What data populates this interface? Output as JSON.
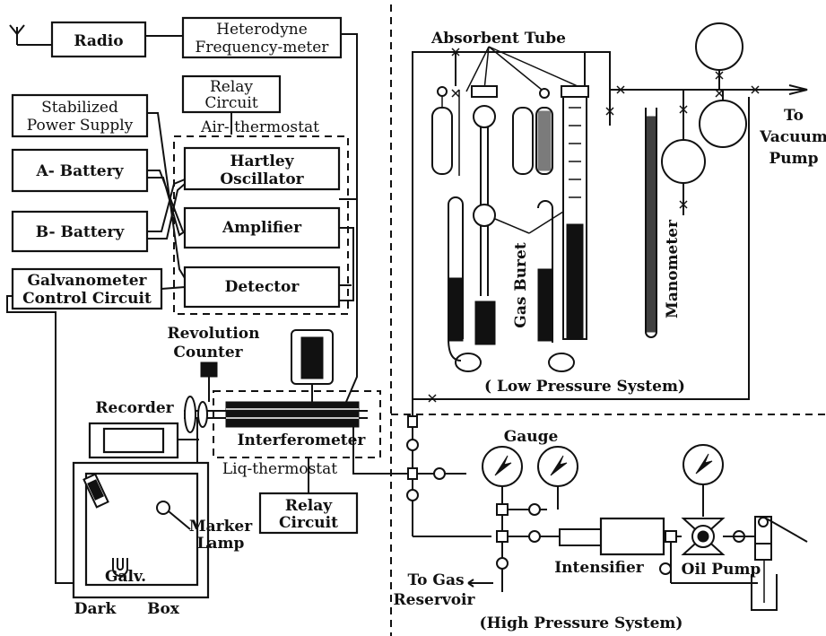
{
  "labels": {
    "radio": "Radio",
    "heterodyne_1": "Heterodyne",
    "heterodyne_2": "Frequency-meter",
    "relay_top_1": "Relay",
    "relay_top_2": "Circuit",
    "stabilized_1": "Stabilized",
    "stabilized_2": "Power Supply",
    "air_thermostat": "Air- thermostat",
    "a_battery": "A- Battery",
    "b_battery": "B- Battery",
    "hartley_1": "Hartley",
    "hartley_2": "Oscillator",
    "amplifier": "Amplifier",
    "galvanometer_1": "Galvanometer",
    "galvanometer_2": "Control  Circuit",
    "detector": "Detector",
    "revolution_1": "Revolution",
    "revolution_2": "Counter",
    "recorder": "Recorder",
    "interferometer": "Interferometer",
    "liq_thermostat": "Liq-thermostat",
    "relay_bottom_1": "Relay",
    "relay_bottom_2": "Circuit",
    "marker_1": "Marker",
    "marker_2": "Lamp",
    "galv": "Galv.",
    "dark": "Dark",
    "box": "Box",
    "absorbent_tube": "Absorbent Tube",
    "to_vacuum_1": "To",
    "to_vacuum_2": "Vacuum",
    "to_vacuum_3": "Pump",
    "gas_buret": "Gas Buret",
    "manometer": "Manometer",
    "low_pressure": "( Low     Pressure     System)",
    "gauge": "Gauge",
    "intensifier": "Intensifier",
    "oil_pump": "Oil Pump",
    "to_gas_1": "To Gas",
    "to_gas_2": "Reservoir",
    "high_pressure": "(High     Pressure      System)"
  }
}
